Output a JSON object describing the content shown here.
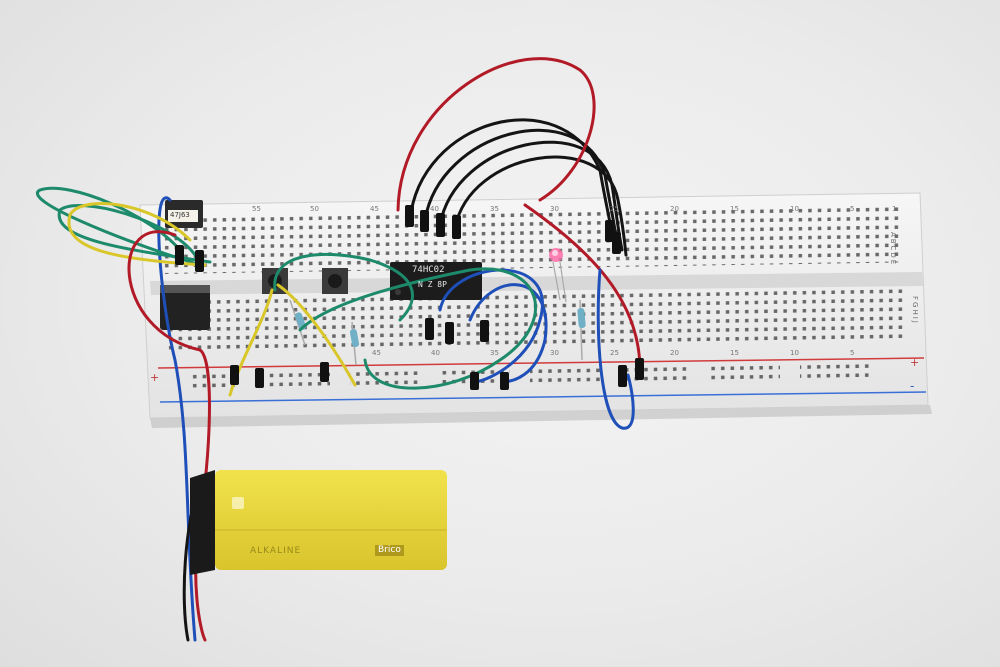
{
  "breadboard": {
    "top_numbers": [
      "55",
      "50",
      "45",
      "40",
      "35",
      "30",
      "25",
      "20",
      "15",
      "10",
      "5",
      "1"
    ],
    "bottom_numbers": [
      "45",
      "40",
      "35",
      "30",
      "25",
      "20",
      "15",
      "10",
      "5"
    ],
    "top_row_letters": "ABCDE",
    "bottom_row_letters": "FGHIJ",
    "rail_plus": "+",
    "rail_minus": "-"
  },
  "chip": {
    "line1": "74HC02",
    "line2": "N Z 8P"
  },
  "regulator": {
    "label": "47J63"
  },
  "battery": {
    "brand": "ALKALINE",
    "logo": "Brico"
  },
  "colors": {
    "board": "#f2f2f2",
    "battery": "#e9d73a",
    "wire_red": "#b11a26",
    "wire_black": "#141414",
    "wire_blue": "#1f4fb8",
    "wire_green": "#1d8a6b",
    "wire_yellow": "#d9c72a",
    "led": "#ff6fa8"
  }
}
